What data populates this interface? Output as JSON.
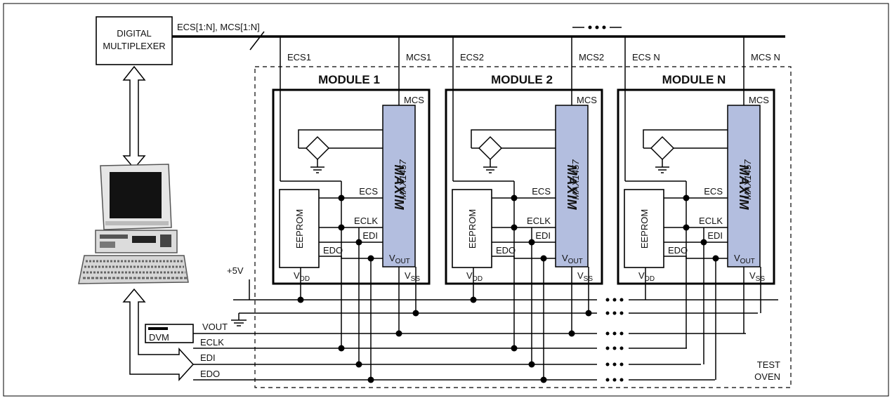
{
  "multiplexer": {
    "line1": "DIGITAL",
    "line2": "MULTIPLEXER"
  },
  "bus_label": "ECS[1:N], MCS[1:N]",
  "modules": [
    {
      "title": "MODULE 1",
      "ecs_label": "ECS1",
      "mcs_label": "MCS1"
    },
    {
      "title": "MODULE 2",
      "ecs_label": "ECS2",
      "mcs_label": "MCS2"
    },
    {
      "title": "MODULE N",
      "ecs_label": "ECS N",
      "mcs_label": "MCS N"
    }
  ],
  "module_labels": {
    "mcs": "MCS",
    "ecs": "ECS",
    "eclk": "ECLK",
    "edi": "EDI",
    "edo": "EDO",
    "eeprom": "EEPROM",
    "vout_main": "V",
    "vout_sub": "OUT",
    "vdd_main": "V",
    "vdd_sub": "DD",
    "vss_main": "V",
    "vss_sub": "SS",
    "chip_part": "MAX1457",
    "chip_logo": "MAXIM"
  },
  "bottom": {
    "plus5v": "+5V",
    "vout": "VOUT",
    "eclk": "ECLK",
    "edi": "EDI",
    "edo": "EDO",
    "dvm": "DVM",
    "oven_line1": "TEST",
    "oven_line2": "OVEN"
  },
  "colors": {
    "chip_fill": "#b3bedf",
    "line": "#000000"
  }
}
